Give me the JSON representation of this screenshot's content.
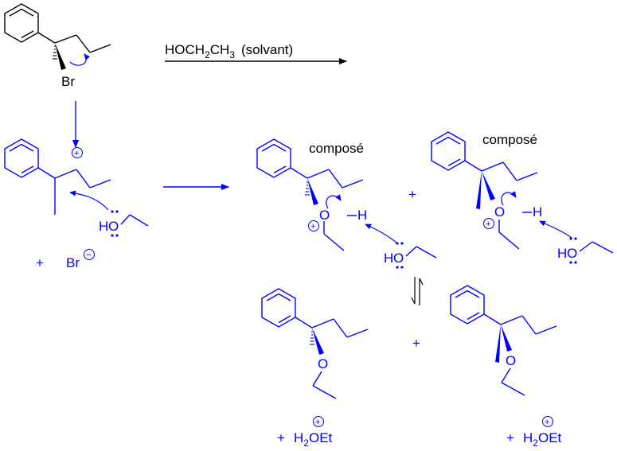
{
  "colors": {
    "black": "#000000",
    "blue": "#0000ff"
  },
  "reagent": {
    "prefix": "HOCH",
    "sub1": "2",
    "mid": "CH",
    "sub2": "3",
    "solvent": "(solvant)"
  },
  "substrate": {
    "leaving_group": "Br"
  },
  "carbocation": {
    "charge": "+"
  },
  "ethanol": {
    "h": "H",
    "o": "O"
  },
  "bromide": {
    "plus": "+",
    "ion": "Br",
    "charge": "−"
  },
  "oxonium": {
    "left_label": "composé",
    "right_label": "composé",
    "o": "O",
    "h": "H",
    "charge": "+"
  },
  "ethers": {
    "o": "O"
  },
  "byproduct": {
    "plus": "+",
    "h": "H",
    "sub": "2",
    "rest": "OEt",
    "charge": "+"
  },
  "plus_signs": {
    "top": "+",
    "bottom": "+"
  }
}
